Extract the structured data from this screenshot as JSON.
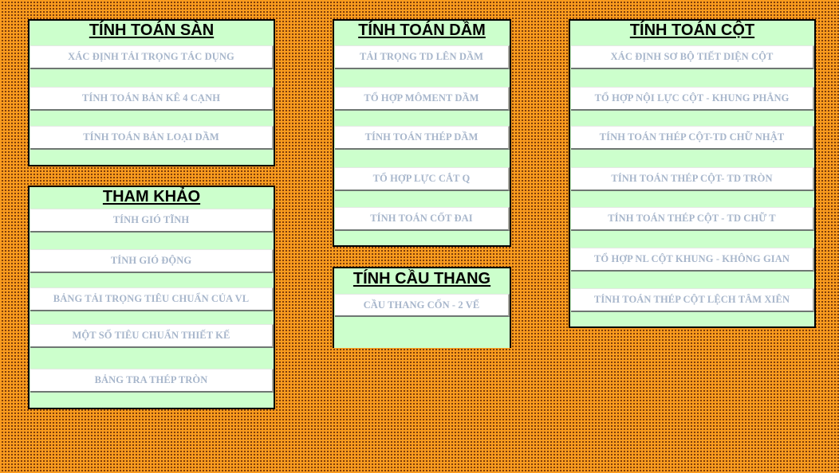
{
  "colors": {
    "background": "#F99B1E",
    "background_dots": "#6B2E08",
    "panel_fill": "#CCFFCC",
    "panel_border": "#000000",
    "button_fill": "#FFFFFF",
    "button_text": "#A7B6CB",
    "title_text": "#000000"
  },
  "panels": {
    "san": {
      "title": "TÍNH TOÁN SÀN",
      "buttons": [
        {
          "label": "XÁC ĐỊNH TẢI TRỌNG TÁC DỤNG"
        },
        {
          "label": "TÍNH TOÁN  BẢN KÊ 4 CẠNH"
        },
        {
          "label": "TÍNH TOÁN BẢN LOẠI DẦM"
        }
      ]
    },
    "tham_khao": {
      "title": "THAM KHẢO",
      "buttons": [
        {
          "label": "TÍNH GIÓ TĨNH"
        },
        {
          "label": "TÍNH GIÓ ĐỘNG"
        },
        {
          "label": "BẢNG TẢI TRỌNG TIÊU CHUẨN CỦA VL"
        },
        {
          "label": "MỘT SỐ TIÊU CHUẨN THIẾT KẾ"
        },
        {
          "label": "BẢNG TRA THÉP TRÒN"
        }
      ]
    },
    "dam": {
      "title": "TÍNH TOÁN DẦM",
      "buttons": [
        {
          "label": "TẢI TRỌNG TD LÊN DẦM"
        },
        {
          "label": "TỔ HỢP MÔMENT DẦM"
        },
        {
          "label": "TÍNH TOÁN THÉP DẦM"
        },
        {
          "label": "TỔ HỢP LỰC CẮT Q"
        },
        {
          "label": "TÍNH TOÁN CỐT ĐAI"
        }
      ]
    },
    "cau_thang": {
      "title": "TÍNH CẦU THANG",
      "buttons": [
        {
          "label": "CẦU THANG CỐN - 2 VẾ"
        }
      ]
    },
    "cot": {
      "title": "TÍNH TOÁN CỘT",
      "buttons": [
        {
          "label": "XÁC ĐỊNH SƠ BỘ TIẾT DIỆN CỘT"
        },
        {
          "label": "TỔ HỢP NỘI LỰC CỘT - KHUNG PHẲNG"
        },
        {
          "label": "TÍNH TOÁN THÉP CỘT-TD CHỮ NHẬT"
        },
        {
          "label": "TÍNH TOÁN THÉP CỘT- TD TRÒN"
        },
        {
          "label": "TÍNH TOÁN THÉP CỘT - TD CHỮ T"
        },
        {
          "label": "TỔ HỢP NL CỘT KHUNG - KHÔNG GIAN"
        },
        {
          "label": "TÍNH TOÁN THÉP CỘT LỆCH TÂM XIÊN"
        }
      ]
    }
  }
}
